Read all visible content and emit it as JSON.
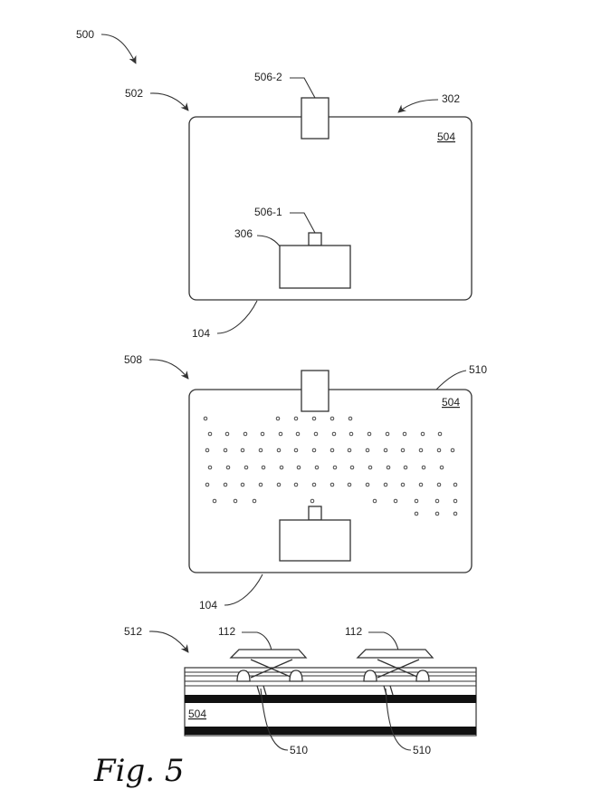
{
  "labels": {
    "fig_ref": "500",
    "top_view": "502",
    "top_panel_ref": "302",
    "top_sensor_upper": "506-2",
    "top_sensor_lower": "506-1",
    "top_component": "306",
    "top_surface": "504",
    "top_housing": "104",
    "mid_view": "508",
    "mid_pattern": "510",
    "mid_surface": "504",
    "mid_housing": "104",
    "bottom_view": "512",
    "key_left": "112",
    "key_right": "112",
    "bottom_surface": "504",
    "bottom_pattern_left": "510",
    "bottom_pattern_right": "510"
  },
  "caption": "Fig. 5"
}
